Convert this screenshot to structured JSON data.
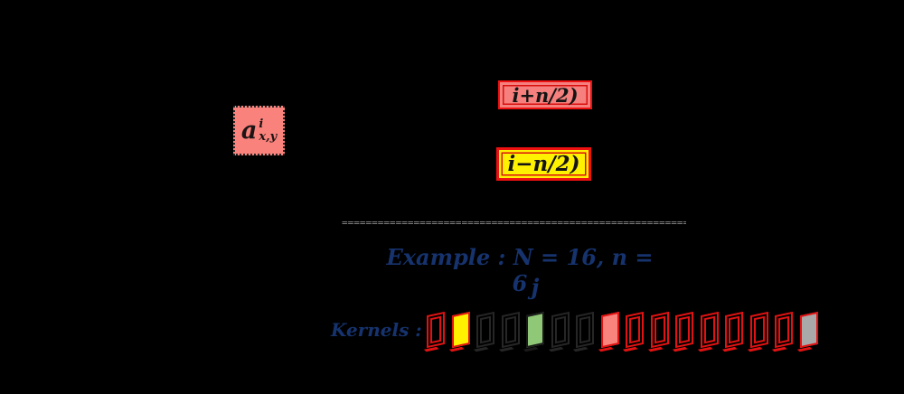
{
  "canvas": {
    "background": "#000000"
  },
  "formula": {
    "activation_box": {
      "base": "a",
      "sup": "i",
      "sub": "x,y",
      "fill": "#f9827c"
    },
    "upper_bound_box": {
      "text": "i+n/2)",
      "fill": "#f5807d",
      "border": "#ee1111"
    },
    "lower_bound_box": {
      "text": "i−n/2)",
      "fill": "#fff200",
      "border": "#ee1111"
    }
  },
  "divider": {
    "text": "=========================================================="
  },
  "example": {
    "text": "Example :  N = 16, n = 6",
    "index_label": "j",
    "color": "#16336e"
  },
  "kernels": {
    "label": "Kernels :",
    "items": [
      {
        "name": "kernel-1",
        "border": "#e31212",
        "fill": null
      },
      {
        "name": "kernel-2-lower-bound",
        "border": "#e31212",
        "fill": "#fff100"
      },
      {
        "name": "kernel-3",
        "border": "#262626",
        "fill": null
      },
      {
        "name": "kernel-4",
        "border": "#262626",
        "fill": null
      },
      {
        "name": "kernel-5-current-j",
        "border": "#1a1a1a",
        "fill": "#8fc977"
      },
      {
        "name": "kernel-6",
        "border": "#262626",
        "fill": null
      },
      {
        "name": "kernel-7",
        "border": "#262626",
        "fill": null
      },
      {
        "name": "kernel-8-upper-bound",
        "border": "#e31212",
        "fill": "#f9847e"
      },
      {
        "name": "kernel-9",
        "border": "#e31212",
        "fill": null
      },
      {
        "name": "kernel-10",
        "border": "#e31212",
        "fill": null
      },
      {
        "name": "kernel-11",
        "border": "#e31212",
        "fill": null
      },
      {
        "name": "kernel-12",
        "border": "#e31212",
        "fill": null
      },
      {
        "name": "kernel-13",
        "border": "#e31212",
        "fill": null
      },
      {
        "name": "kernel-14",
        "border": "#e31212",
        "fill": null
      },
      {
        "name": "kernel-15",
        "border": "#e31212",
        "fill": null
      },
      {
        "name": "kernel-16-last",
        "border": "#e31212",
        "fill": "#a9a9a9"
      }
    ]
  }
}
